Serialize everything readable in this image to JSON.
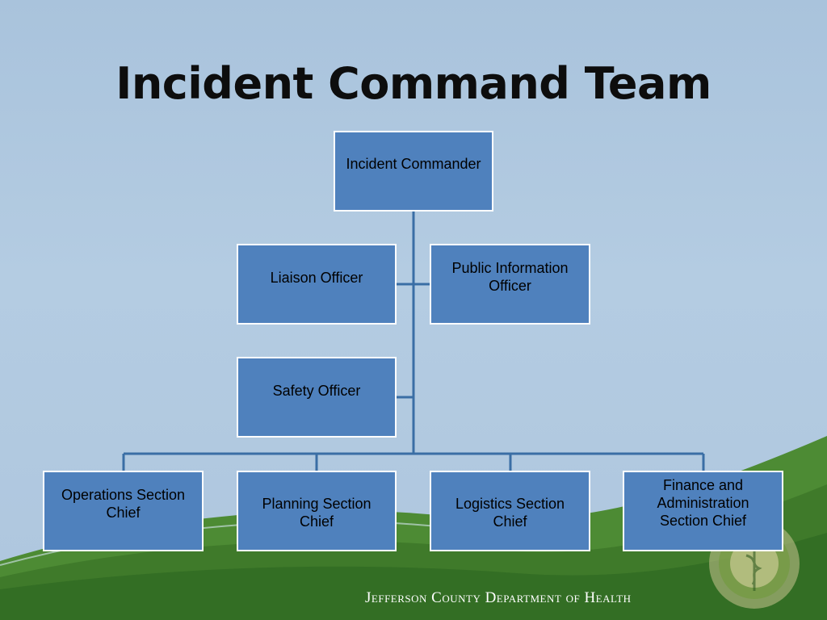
{
  "slide": {
    "title": "Incident Command Team",
    "footer": "Jefferson County Department of Health",
    "colors": {
      "background": "#b0c8df",
      "box_fill": "#4f81bd",
      "box_border": "#ffffff",
      "connector": "#3a6ea5",
      "grass_dark": "#3f7a2a",
      "grass_light": "#6aa84f"
    }
  },
  "org_chart": {
    "commander": "Incident Commander",
    "command_staff": {
      "liaison": "Liaison Officer",
      "public_information": "Public Information\nOfficer",
      "safety": "Safety Officer"
    },
    "sections": {
      "operations": "Operations Section\nChief",
      "planning": "Planning Section\nChief",
      "logistics": "Logistics Section\nChief",
      "finance": "Finance and\nAdministration\nSection Chief"
    }
  },
  "seal": {
    "icon": "county-health-seal-icon"
  }
}
